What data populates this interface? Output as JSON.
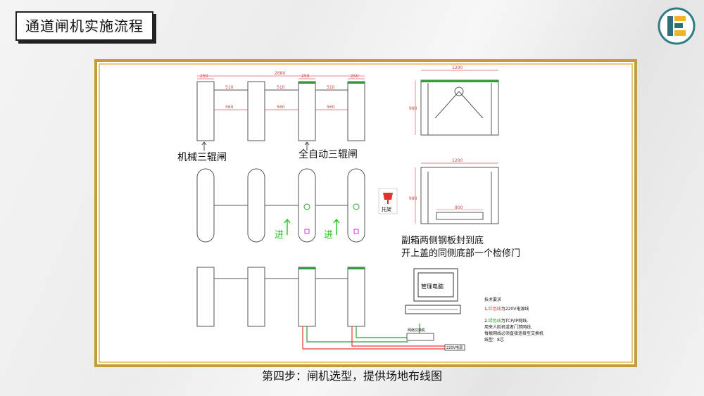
{
  "title": "通道闸机实施流程",
  "caption": "第四步：闸机选型，提供场地布线图",
  "diagram": {
    "dims": {
      "d250a": "250",
      "d2680": "2680",
      "d250b": "250",
      "d250c": "250",
      "d510a": "510",
      "d510b": "510",
      "d510c": "510",
      "d560a": "560",
      "d560b": "560",
      "d560c": "560",
      "d1200a": "1200",
      "d980a": "980",
      "d1200b": "1200",
      "d980b": "980",
      "d800": "800"
    },
    "label_mech": "机械三辊闸",
    "label_auto": "全自动三辊闸",
    "bracket_label": "托架",
    "entry_label_1": "进",
    "entry_label_2": "进",
    "note_line1": "副箱两侧钢板封到底",
    "note_line2": "开上盖的同侧底部一个检修门",
    "computer_label": "管理电脑",
    "switch_label": "网络交换机",
    "power_label": "220V电源",
    "tech": {
      "heading": "技术要求",
      "line1_prefix": "1.",
      "line1_red": "红色线",
      "line1_rest": "为220V电源线",
      "line2_prefix": "2.",
      "line2_green": "绿色线",
      "line2_rest": "为TCP/IP网线,",
      "line3": "用来人脸机或者门禁网线,",
      "line4": "每根网线必须直接连接至交换机",
      "line5": "线型：8芯"
    },
    "colors": {
      "red_wire": "#e53935",
      "green_wire": "#2e9e3e",
      "entry_arrow": "#22c122",
      "frame": "#c69b3c"
    }
  }
}
